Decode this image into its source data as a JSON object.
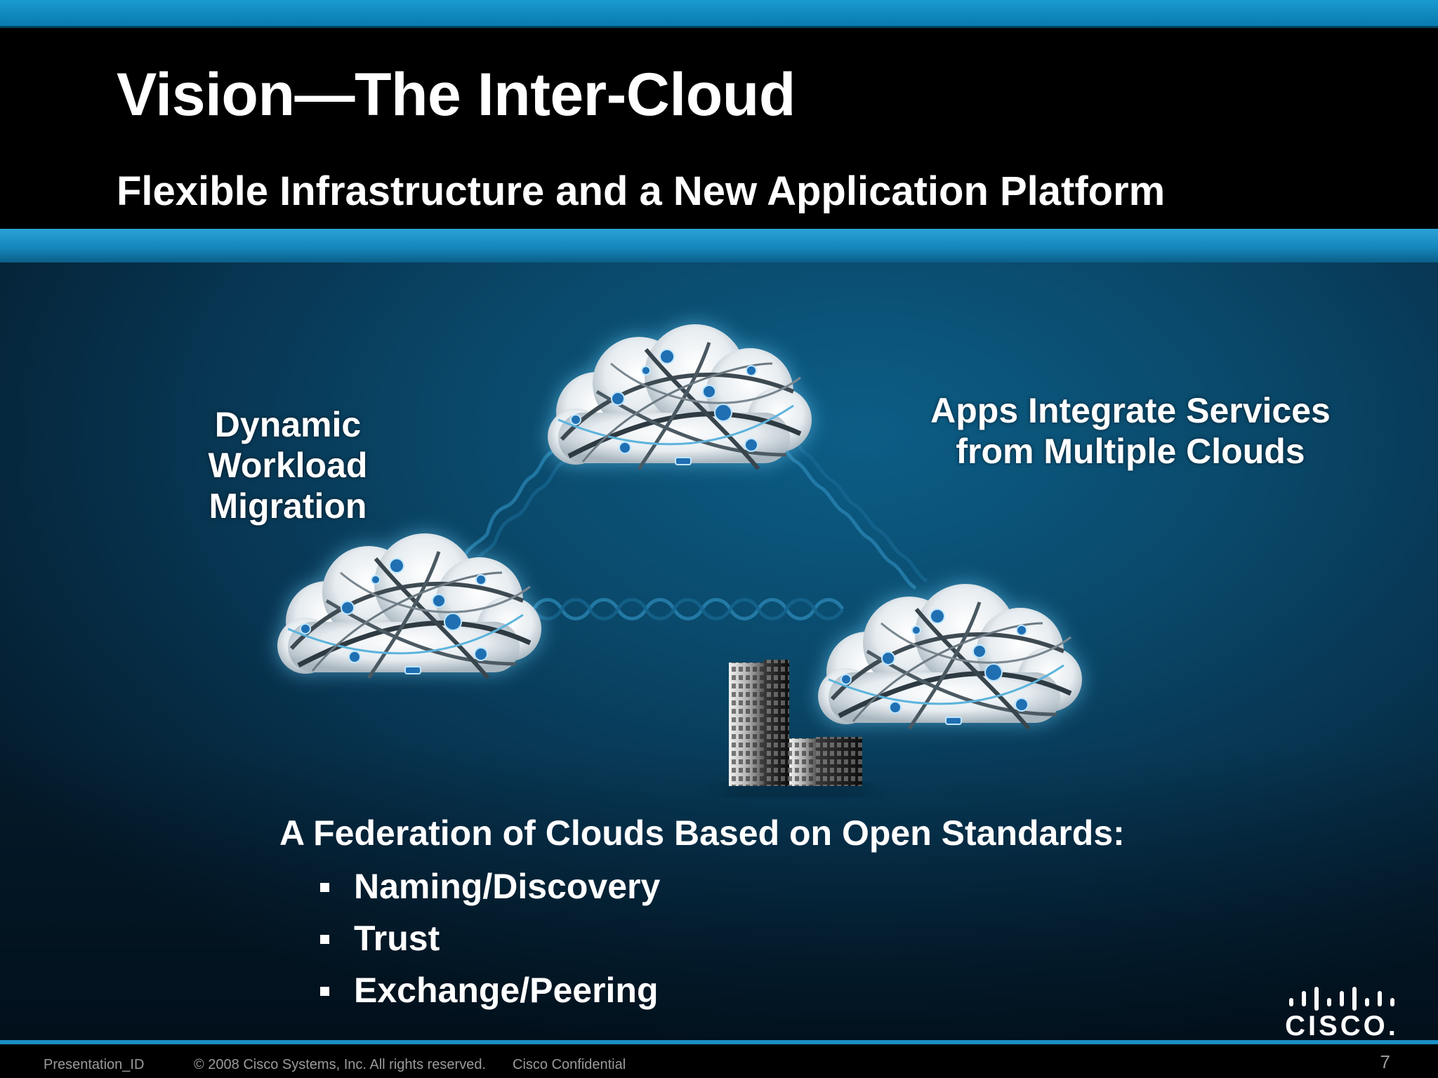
{
  "slide": {
    "title": "Vision—The Inter-Cloud",
    "subtitle": "Flexible Infrastructure and a New Application Platform",
    "labels": {
      "left": [
        "Dynamic",
        "Workload",
        "Migration"
      ],
      "right": [
        "Apps Integrate Services",
        "from Multiple Clouds"
      ]
    },
    "federation": {
      "heading": "A Federation of Clouds Based on Open Standards:",
      "items": [
        "Naming/Discovery",
        "Trust",
        "Exchange/Peering"
      ]
    },
    "footer": {
      "presentation_id": "Presentation_ID",
      "copyright": "© 2008 Cisco Systems, Inc. All rights reserved.",
      "confidential": "Cisco Confidential",
      "page": "7"
    },
    "logo": {
      "text": "CISCO."
    }
  },
  "icons": {
    "clouds": [
      "cloud-network-icon",
      "cloud-network-icon",
      "cloud-network-icon"
    ],
    "building": "office-building-icon",
    "links": "wave-link-icon",
    "logo": "cisco-logo-icon"
  },
  "colors": {
    "accent_blue": "#1587bd",
    "header_black": "#000000",
    "body_blue": "#0a4a6c",
    "text_white": "#ffffff",
    "footer_gray": "#9a9a9a"
  }
}
